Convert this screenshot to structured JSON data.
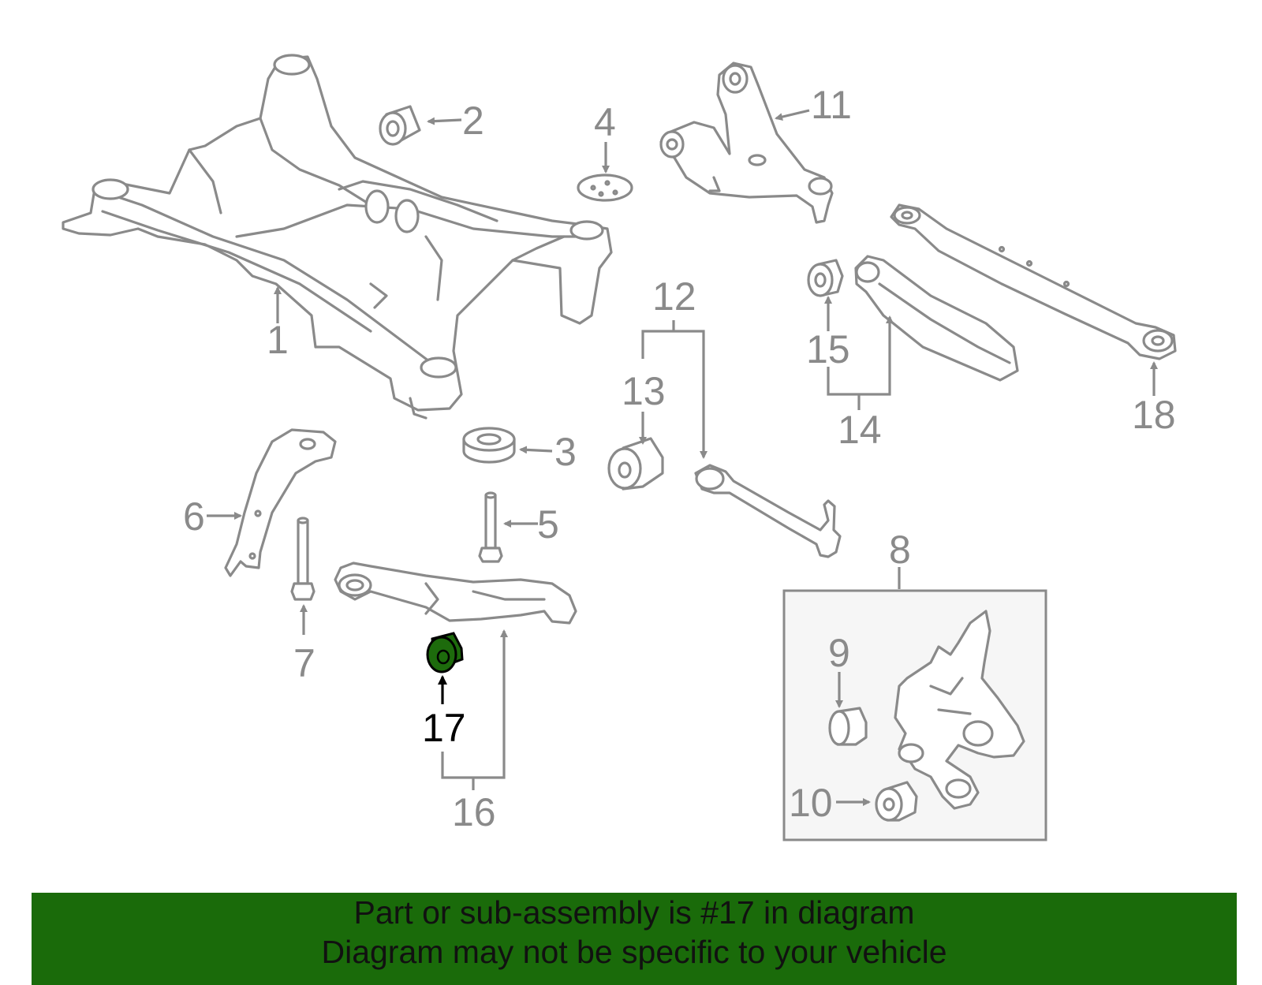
{
  "colors": {
    "line": "#8a8a8a",
    "highlight": "#1d6b0c",
    "banner": "#1a6b0a",
    "banner_text": "#111111",
    "inset_fill": "#f6f6f6"
  },
  "callouts": {
    "c1": "1",
    "c2": "2",
    "c3": "3",
    "c4": "4",
    "c5": "5",
    "c6": "6",
    "c7": "7",
    "c8": "8",
    "c9": "9",
    "c10": "10",
    "c11": "11",
    "c12": "12",
    "c13": "13",
    "c14": "14",
    "c15": "15",
    "c16": "16",
    "c17": "17",
    "c18": "18"
  },
  "highlighted_part": "17",
  "banner": {
    "line1": "Part or sub-assembly is #17 in diagram",
    "line2": "Diagram may not be specific to your vehicle"
  }
}
